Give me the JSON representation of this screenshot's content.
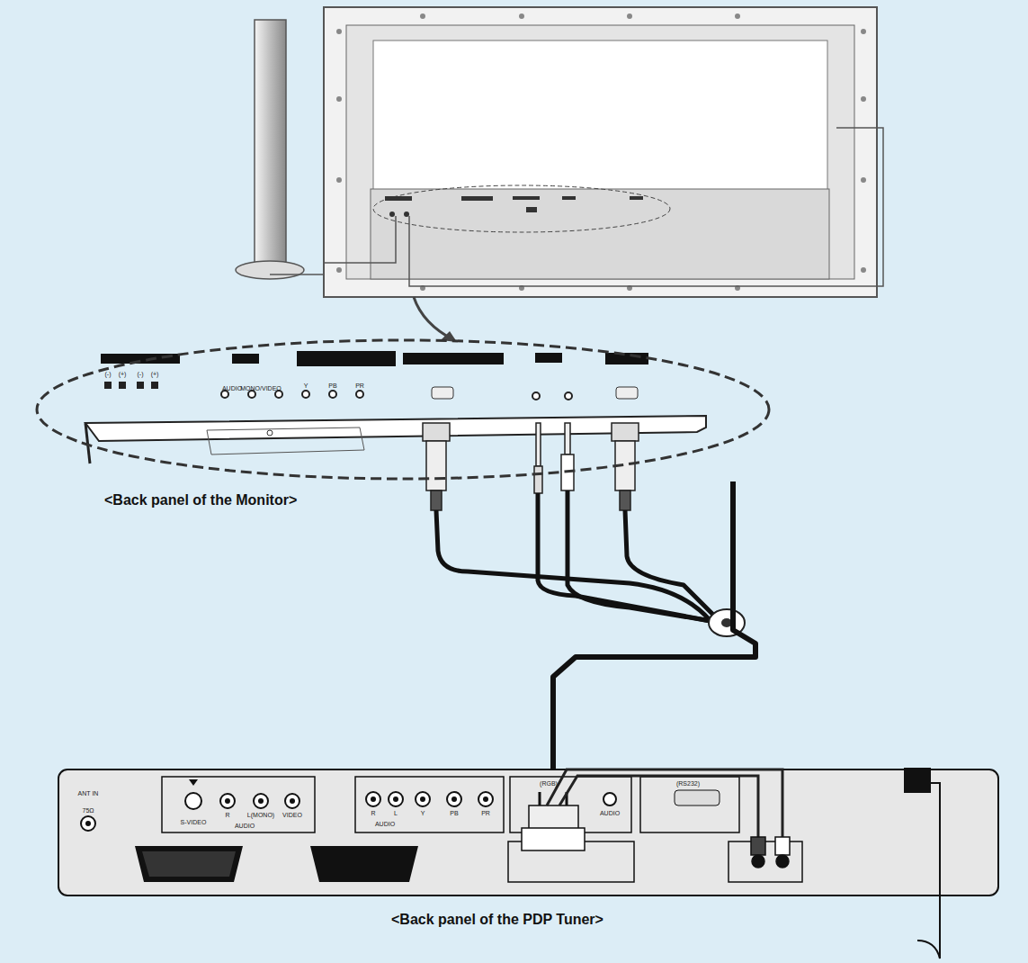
{
  "diagram": {
    "nodes": [
      {
        "text": [
          "<Back panel of the Monitor>"
        ]
      },
      {
        "text": [
          "<Back panel of the PDP Tuner>"
        ]
      }
    ],
    "edges": [
      {
        "from": 0,
        "to": 1,
        "arrow": "none"
      }
    ],
    "labels": [
      "(-)",
      "(+)",
      "(-)",
      "(+)",
      "AUDIO",
      "MONO/VIDEO",
      "Y",
      "PB",
      "PR",
      "ANT IN",
      "75Ω",
      "S-VIDEO",
      "R",
      "L(MONO)",
      "VIDEO",
      "AUDIO",
      "R",
      "L",
      "Y",
      "PB",
      "PR",
      "AUDIO",
      "(RGB)",
      "AUDIO",
      "(RS232)"
    ]
  }
}
